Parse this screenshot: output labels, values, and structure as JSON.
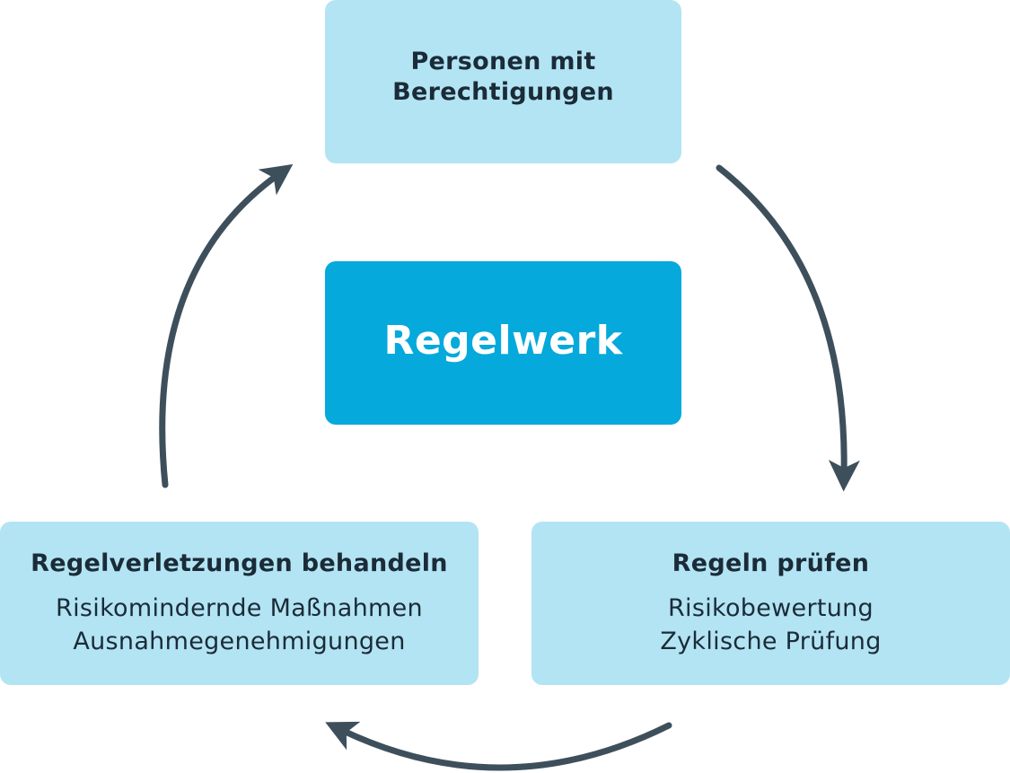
{
  "center": {
    "title": "Regelwerk"
  },
  "top": {
    "title_line1": "Personen mit",
    "title_line2": "Berechtigungen"
  },
  "right": {
    "title": "Regeln prüfen",
    "lines": [
      "Risikobewertung",
      "Zyklische Prüfung"
    ]
  },
  "left": {
    "title": "Regelverletzungen behandeln",
    "lines": [
      "Risikomindernde Maßnahmen",
      "Ausnahmegenehmigungen"
    ]
  },
  "colors": {
    "light_box": "#b3e4f3",
    "center_box": "#05a9db",
    "arrow": "#3e4f5c",
    "text_dark": "#1b2b38"
  }
}
